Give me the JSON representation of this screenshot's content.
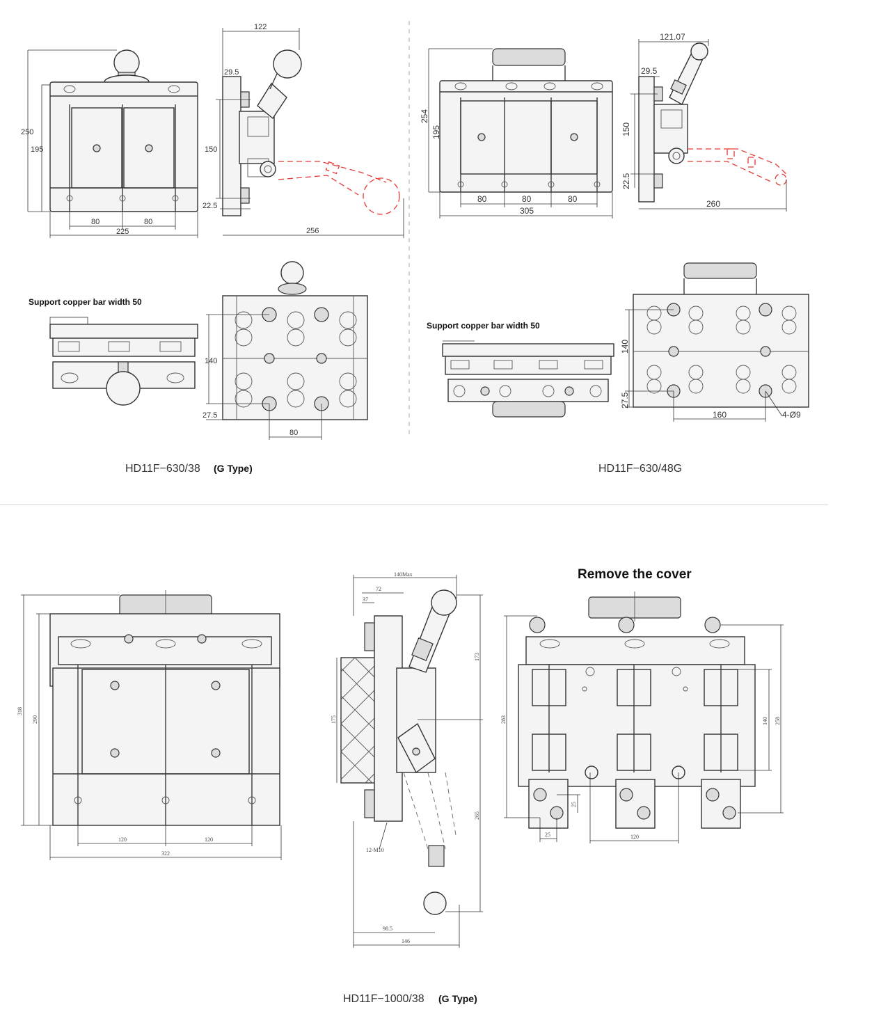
{
  "sections": {
    "top_left": {
      "caption_main": "HD11F−630/38",
      "caption_suffix": "(G Type)",
      "note": "Support copper bar width 50",
      "dims": {
        "height_overall": "250",
        "height_body": "195",
        "pitch_1": "80",
        "pitch_2": "80",
        "width_overall": "225",
        "side_top": "122",
        "side_offset": "29.5",
        "side_height": "150",
        "side_bottom": "22.5",
        "side_depth": "256",
        "base_height": "140",
        "base_bottom": "27.5",
        "base_pitch": "80"
      }
    },
    "top_right": {
      "caption": "HD11F−630/48G",
      "note": "Support copper bar width 50",
      "dims": {
        "height_overall": "254",
        "height_body": "195",
        "pitch_1": "80",
        "pitch_2": "80",
        "pitch_3": "80",
        "width_overall": "305",
        "side_top": "121.07",
        "side_offset": "29.5",
        "side_height": "150",
        "side_bottom": "22.5",
        "side_depth": "260",
        "base_height": "140",
        "base_bottom": "27.5",
        "base_pitch": "160",
        "holes": "4-Ø9"
      }
    },
    "bottom": {
      "caption_main": "HD11F−1000/38",
      "caption_suffix": "(G Type)",
      "heading": "Remove the cover",
      "dims": {
        "front_height_overall": "318",
        "front_height_body": "290",
        "front_pitch_1": "120",
        "front_pitch_2": "120",
        "front_width": "322",
        "side_top": "140Max",
        "side_72": "72",
        "side_37": "37",
        "side_173": "173",
        "side_175": "175",
        "side_265": "265",
        "side_bolt": "12-M10",
        "side_98": "98.5",
        "side_146": "146",
        "inner_283": "283",
        "inner_140": "140",
        "inner_258": "258",
        "inner_25a": "25",
        "inner_25b": "25",
        "inner_120": "120"
      }
    }
  }
}
